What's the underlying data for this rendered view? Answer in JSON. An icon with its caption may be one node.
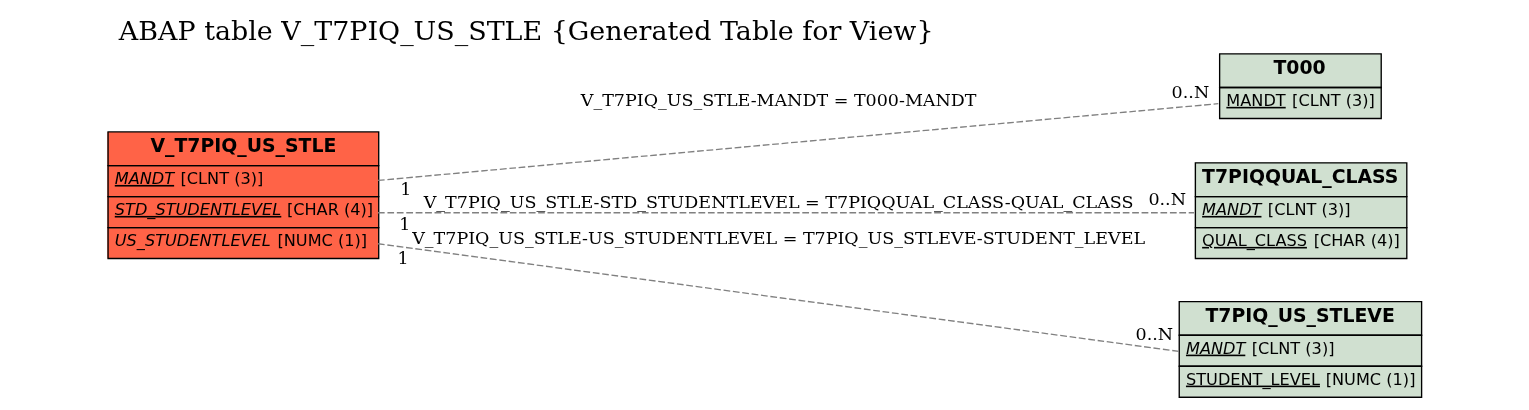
{
  "diagram": {
    "title": "ABAP table V_T7PIQ_US_STLE {Generated Table for View}",
    "nodes": [
      {
        "text": [
          "V_T7PIQ_US_STLE",
          "*MANDT* [CLNT (3)]",
          "*STD_STUDENTLEVEL* [CHAR (4)]",
          "*US_STUDENTLEVEL* [NUMC (1)]"
        ]
      },
      {
        "text": [
          "T000",
          "MANDT [CLNT (3)]"
        ]
      },
      {
        "text": [
          "T7PIQQUAL_CLASS",
          "*MANDT* [CLNT (3)]",
          "QUAL_CLASS [CHAR (4)]"
        ]
      },
      {
        "text": [
          "T7PIQ_US_STLEVE",
          "*MANDT* [CLNT (3)]",
          "STUDENT_LEVEL [NUMC (1)]"
        ]
      }
    ],
    "edges": [
      {
        "from": 0,
        "to": 1,
        "arrow": "none",
        "label": "V_T7PIQ_US_STLE-MANDT = T000-MANDT",
        "style": "dashed"
      },
      {
        "from": 0,
        "to": 2,
        "arrow": "none",
        "label": "V_T7PIQ_US_STLE-STD_STUDENTLEVEL = T7PIQQUAL_CLASS-QUAL_CLASS",
        "style": "dashed"
      },
      {
        "from": 0,
        "to": 3,
        "arrow": "none",
        "label": "V_T7PIQ_US_STLE-US_STUDENTLEVEL = T7PIQ_US_STLEVE-STUDENT_LEVEL",
        "style": "dashed"
      }
    ],
    "labels": [
      "1",
      "0..N",
      "1",
      "0..N",
      "1",
      "0..N"
    ]
  }
}
